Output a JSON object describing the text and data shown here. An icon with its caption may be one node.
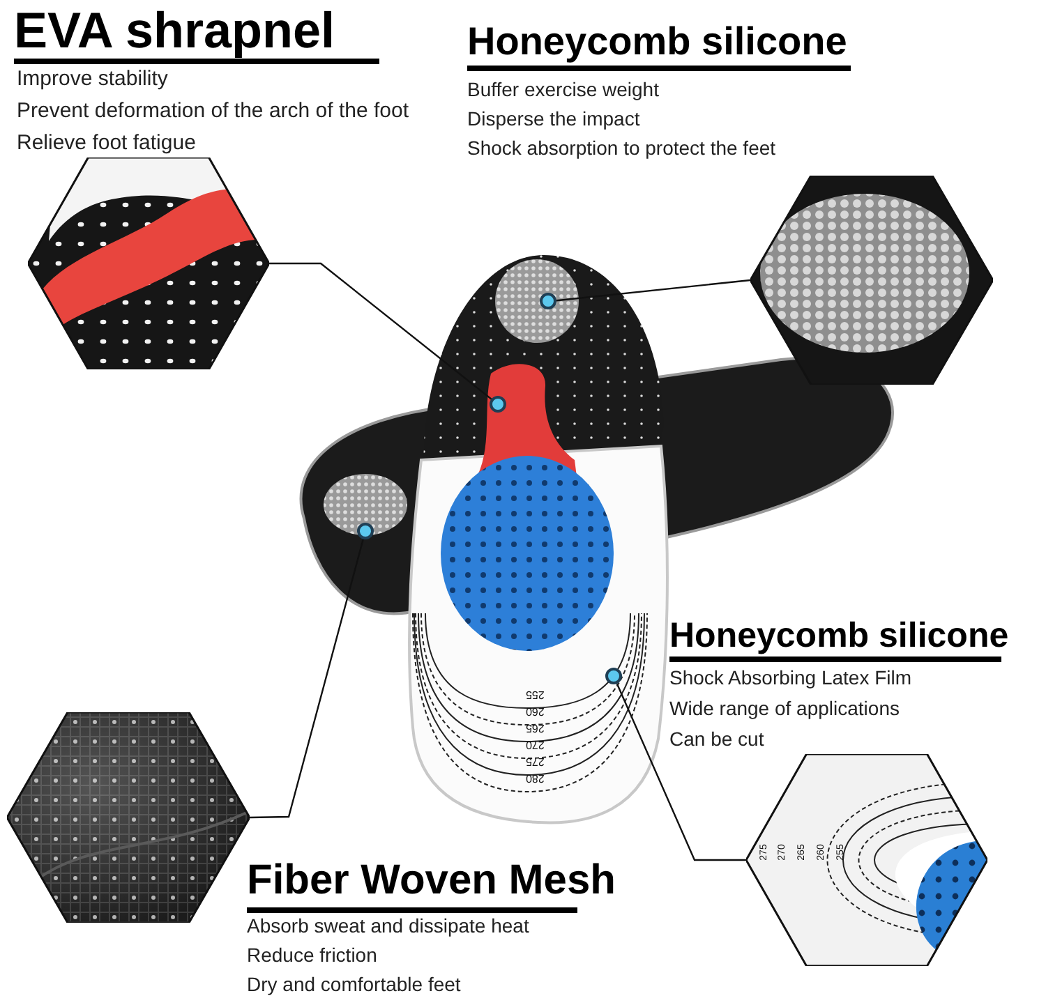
{
  "diagram": {
    "nodes": [
      {
        "text": [],
        "shape": "picture"
      },
      {
        "text": [],
        "shape": "picture"
      },
      {
        "text": [],
        "shape": "circle"
      },
      {
        "text": [],
        "shape": "circle"
      },
      {
        "text": [],
        "shape": "circle"
      },
      {
        "text": [],
        "shape": "circle"
      },
      {
        "text": [],
        "shape": "picture"
      },
      {
        "text": [],
        "shape": "picture"
      }
    ],
    "edges": [
      {
        "from": 3,
        "to": 0,
        "arrow": "none"
      },
      {
        "from": 2,
        "to": 1,
        "arrow": "none"
      },
      {
        "from": 4,
        "to": 6,
        "arrow": "none"
      },
      {
        "from": 5,
        "to": 7,
        "arrow": "none"
      }
    ],
    "labels": [
      "EVA shrapnel",
      "Improve stability",
      "Prevent deformation of the arch of the foot",
      "Relieve foot fatigue",
      "Honeycomb silicone",
      "Buffer exercise weight",
      "Disperse the impact",
      "Shock absorption to protect the feet",
      "Honeycomb silicone",
      "Shock Absorbing Latex Film",
      "Wide range of applications",
      "Can be cut",
      "255",
      "260",
      "265",
      "270",
      "275",
      "280",
      "275",
      "270",
      "265",
      "260",
      "255",
      "Fiber Woven Mesh",
      "Absorb sweat and dissipate heat",
      "Reduce friction",
      "Dry and comfortable feet"
    ]
  }
}
